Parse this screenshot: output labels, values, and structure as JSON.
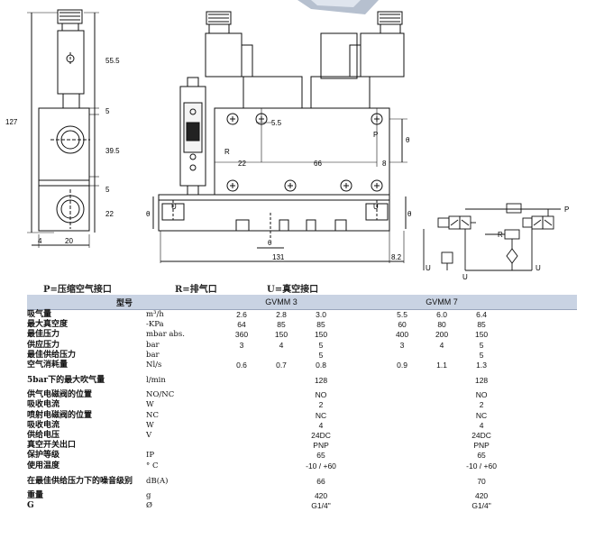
{
  "dimensions": {
    "total_height": "127",
    "top_height": "55.5",
    "gap1": "5",
    "mid_height": "39.5",
    "gap2": "5",
    "bottom_height": "22",
    "left_offset": "4",
    "width": "20",
    "dim_5_5": "5.5",
    "dim_22": "22",
    "dim_66": "66",
    "dim_8": "8",
    "dim_131": "131",
    "dim_8_2": "8.2",
    "dim_theta_front": "θ",
    "dim_theta_side": "θ",
    "dim_theta_top": "θ",
    "dim_theta_bottom": "θ"
  },
  "ports": {
    "p_label": "P",
    "r_label": "R",
    "u_left": "U",
    "u_right": "U"
  },
  "schematic": {
    "p": "P",
    "r": "R",
    "u_left": "U",
    "u_mid": "U",
    "u_right": "U"
  },
  "captions": {
    "p": "P=压缩空气接口",
    "r": "R=排气口",
    "u": "U=真空接口"
  },
  "table": {
    "header_model": "型号",
    "header_a": "GVMM 3",
    "header_b": "GVMM 7",
    "rows": [
      {
        "label": "吸气量",
        "unit": "m³/h",
        "a": [
          "2.6",
          "2.8",
          "3.0"
        ],
        "b": [
          "5.5",
          "6.0",
          "6.4"
        ]
      },
      {
        "label": "最大真空度",
        "unit": "-KPa",
        "a": [
          "64",
          "85",
          "85"
        ],
        "b": [
          "60",
          "80",
          "85"
        ]
      },
      {
        "label": "最佳压力",
        "unit": "mbar abs.",
        "a": [
          "360",
          "150",
          "150"
        ],
        "b": [
          "400",
          "200",
          "150"
        ]
      },
      {
        "label": "供应压力",
        "unit": "bar",
        "a": [
          "3",
          "4",
          "5"
        ],
        "b": [
          "3",
          "4",
          "5"
        ]
      },
      {
        "label": "最佳供给压力",
        "unit": "bar",
        "a": [
          "",
          "",
          "5"
        ],
        "b": [
          "",
          "",
          "5"
        ]
      },
      {
        "label": "空气消耗量",
        "unit": "Nl/s",
        "a": [
          "0.6",
          "0.7",
          "0.8"
        ],
        "b": [
          "0.9",
          "1.1",
          "1.3"
        ]
      },
      {
        "label": "5bar下的最大吹气量",
        "unit": "l/min",
        "a": [
          "",
          "",
          "128"
        ],
        "b": [
          "",
          "",
          "128"
        ]
      },
      {
        "label": "供气电磁阀的位置",
        "unit": "NO/NC",
        "a": [
          "",
          "",
          "NO"
        ],
        "b": [
          "",
          "",
          "NO"
        ]
      },
      {
        "label": "吸收电流",
        "unit": "W",
        "a": [
          "",
          "",
          "2"
        ],
        "b": [
          "",
          "",
          "2"
        ]
      },
      {
        "label": "喷射电磁阀的位置",
        "unit": "NC",
        "a": [
          "",
          "",
          "NC"
        ],
        "b": [
          "",
          "",
          "NC"
        ]
      },
      {
        "label": "吸收电流",
        "unit": "W",
        "a": [
          "",
          "",
          "4"
        ],
        "b": [
          "",
          "",
          "4"
        ]
      },
      {
        "label": "供给电压",
        "unit": "V",
        "a": [
          "",
          "",
          "24DC"
        ],
        "b": [
          "",
          "",
          "24DC"
        ]
      },
      {
        "label": "真空开关出口",
        "unit": "",
        "a": [
          "",
          "",
          "PNP"
        ],
        "b": [
          "",
          "",
          "PNP"
        ]
      },
      {
        "label": "保护等级",
        "unit": "IP",
        "a": [
          "",
          "",
          "65"
        ],
        "b": [
          "",
          "",
          "65"
        ]
      },
      {
        "label": "使用温度",
        "unit": "° C",
        "a": [
          "",
          "",
          "-10 / +60"
        ],
        "b": [
          "",
          "",
          "-10 / +60"
        ]
      },
      {
        "label": "在最佳供给压力下的噪音级别",
        "unit": "dB(A)",
        "a": [
          "",
          "",
          "66"
        ],
        "b": [
          "",
          "",
          "70"
        ]
      },
      {
        "label": "重量",
        "unit": "g",
        "a": [
          "",
          "",
          "420"
        ],
        "b": [
          "",
          "",
          "420"
        ]
      },
      {
        "label": "G",
        "unit": "Ø",
        "a": [
          "",
          "",
          "G1/4\""
        ],
        "b": [
          "",
          "",
          "G1/4\""
        ]
      }
    ]
  }
}
